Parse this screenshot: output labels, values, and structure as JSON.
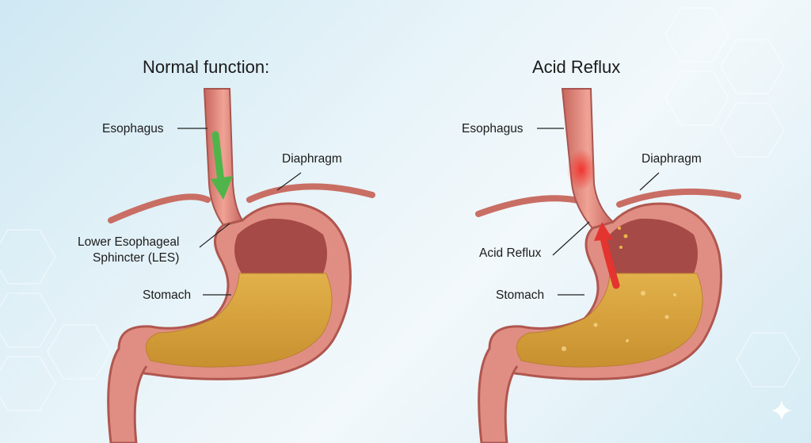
{
  "colors": {
    "tissue": "#e9968a",
    "tissue_dark": "#b85a55",
    "inner": "#a34b46",
    "contents": "#d9a63c",
    "normal_arrow": "#4fb54a",
    "reflux_arrow": "#e3342f",
    "leader": "#222222"
  },
  "panels": [
    {
      "title": "Normal function:",
      "labels": {
        "esophagus": "Esophagus",
        "diaphragm": "Diaphragm",
        "les": "Lower Esophageal\nSphincter (LES)",
        "stomach": "Stomach"
      },
      "arrow_icon": "down-arrow-icon"
    },
    {
      "title": "Acid Reflux",
      "labels": {
        "esophagus": "Esophagus",
        "diaphragm": "Diaphragm",
        "reflux": "Acid Reflux",
        "stomach": "Stomach"
      },
      "arrow_icon": "up-arrow-icon"
    }
  ]
}
